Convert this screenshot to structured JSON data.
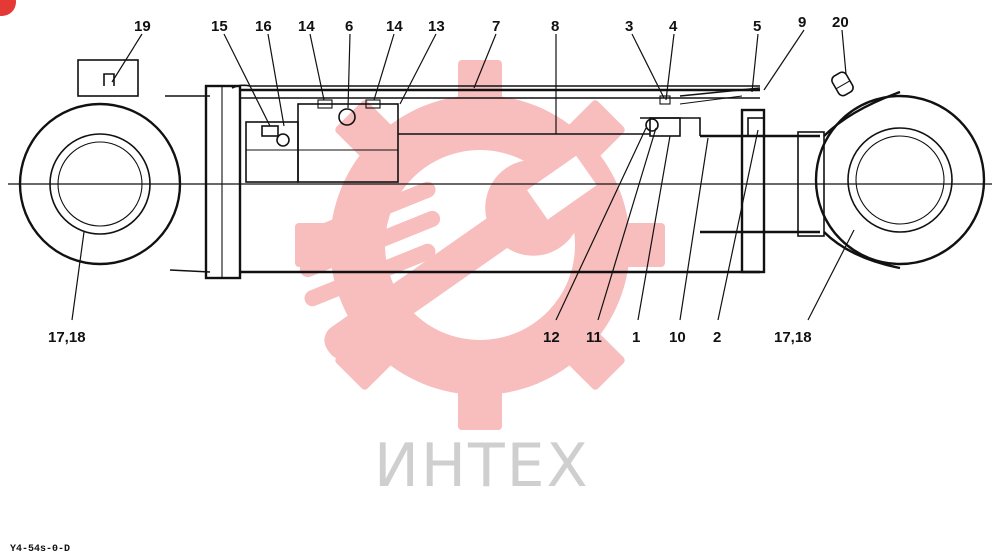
{
  "diagram": {
    "part_labels": {
      "p19": "19",
      "p15": "15",
      "p16": "16",
      "p14a": "14",
      "p6": "6",
      "p14b": "14",
      "p13": "13",
      "p7": "7",
      "p8": "8",
      "p3": "3",
      "p4": "4",
      "p5": "5",
      "p9": "9",
      "p20": "20",
      "p17_18_left": "17,18",
      "p12": "12",
      "p11": "11",
      "p1": "1",
      "p10": "10",
      "p2": "2",
      "p17_18_right": "17,18"
    },
    "drawing_code": "Y4-54s-0-D",
    "watermark_text": "ИНТЕХ",
    "colors": {
      "line": "#111111",
      "watermark_logo": "#f4a4a4",
      "watermark_text": "#cfcfcf",
      "corner_badge": "#e53935"
    }
  }
}
